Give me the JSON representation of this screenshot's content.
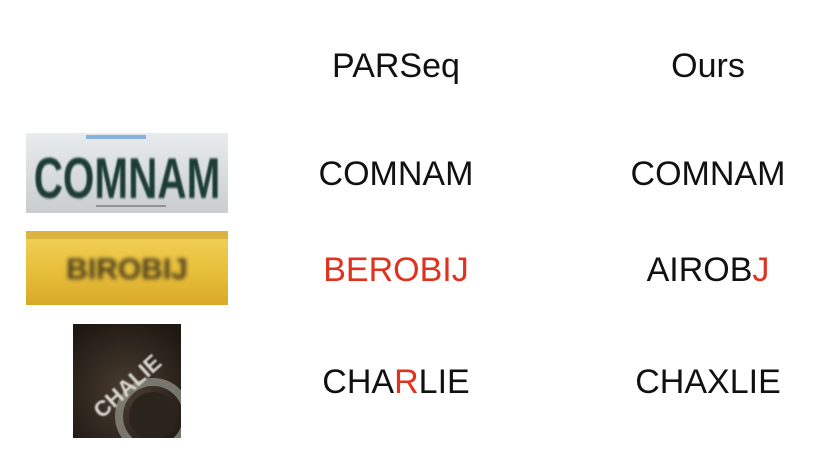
{
  "headers": {
    "method_a": "PARSeq",
    "method_b": "Ours"
  },
  "rows": [
    {
      "image_text": "COMNAM",
      "a": [
        {
          "t": "COMNAM",
          "wrong": false
        }
      ],
      "b": [
        {
          "t": "COMNAM",
          "wrong": false
        }
      ]
    },
    {
      "image_text": "BIROBIJ",
      "a": [
        {
          "t": "BEROBIJ",
          "wrong": true
        }
      ],
      "b": [
        {
          "t": "AIROB",
          "wrong": false
        },
        {
          "t": "J",
          "wrong": true
        }
      ]
    },
    {
      "image_text": "CHALIE",
      "a": [
        {
          "t": "CHA",
          "wrong": false
        },
        {
          "t": "R",
          "wrong": true
        },
        {
          "t": "LIE",
          "wrong": false
        }
      ],
      "b": [
        {
          "t": "CHAXLIE",
          "wrong": false
        }
      ]
    }
  ],
  "colors": {
    "error": "#e0321e",
    "text": "#111111"
  }
}
